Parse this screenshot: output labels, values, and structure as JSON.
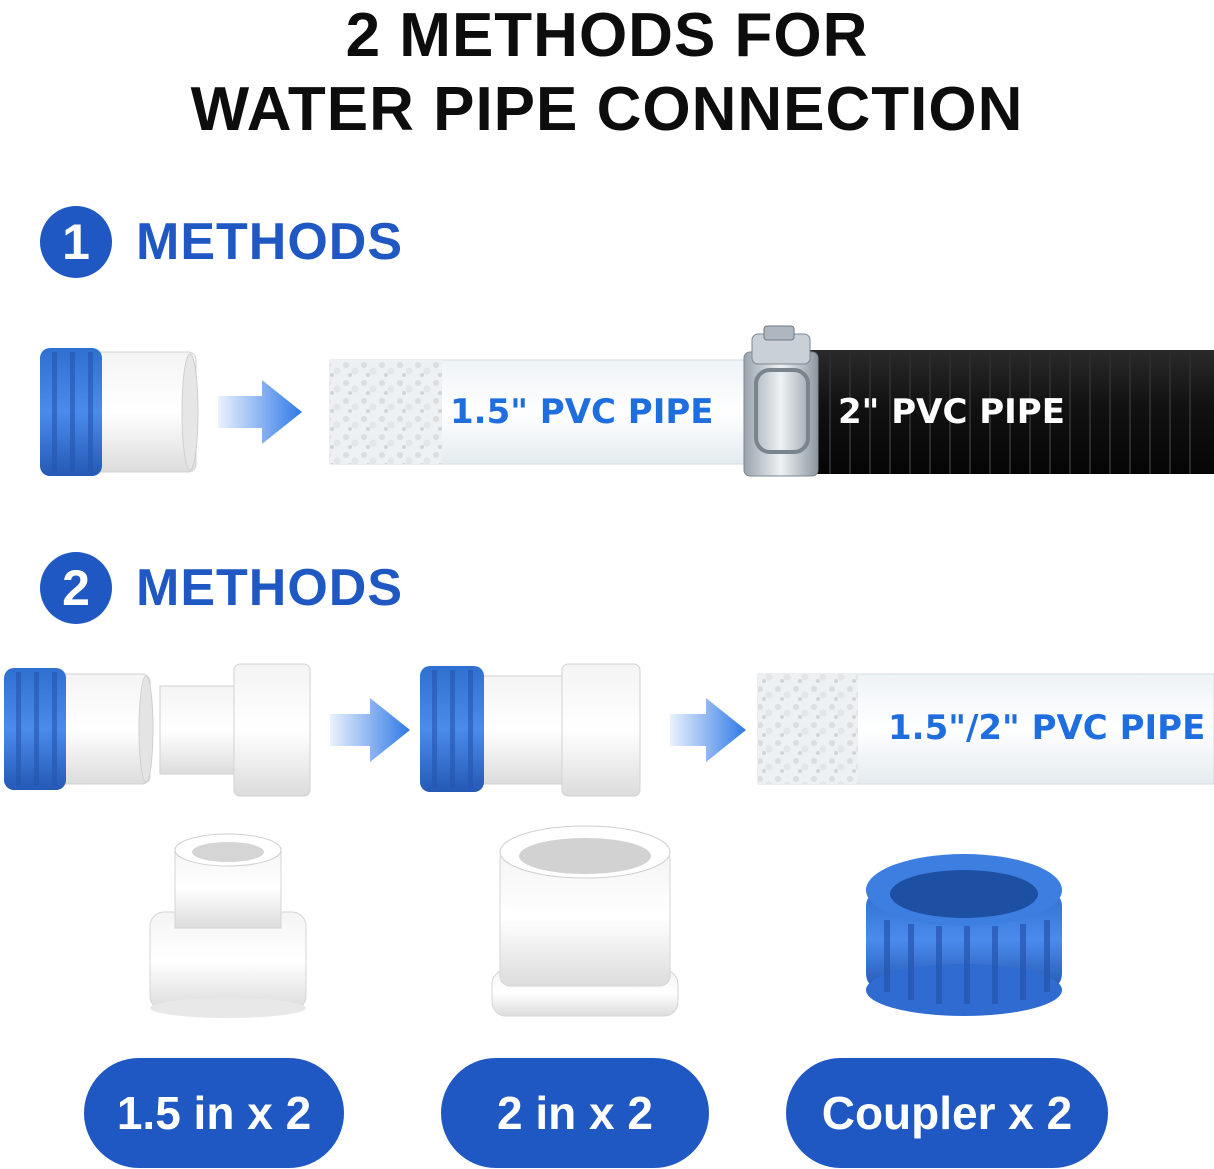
{
  "title": {
    "line1": "2 METHODS FOR",
    "line2": "WATER PIPE CONNECTION"
  },
  "methods": [
    {
      "number": "1",
      "label": "METHODS"
    },
    {
      "number": "2",
      "label": "METHODS"
    }
  ],
  "pipes": {
    "pvc_15": "1.5\" PVC PIPE",
    "pvc_2": "2\" PVC PIPE",
    "pvc_15_2": "1.5\"/2\" PVC PIPE"
  },
  "parts": [
    {
      "label": "1.5 in x 2"
    },
    {
      "label": "2 in x 2"
    },
    {
      "label": "Coupler x 2"
    }
  ],
  "colors": {
    "brand_blue": "#1f57c3",
    "pipe_text_blue": "#1f6ee0",
    "coupler_blue": "#3d7fe0",
    "black_hose": "#141414"
  }
}
